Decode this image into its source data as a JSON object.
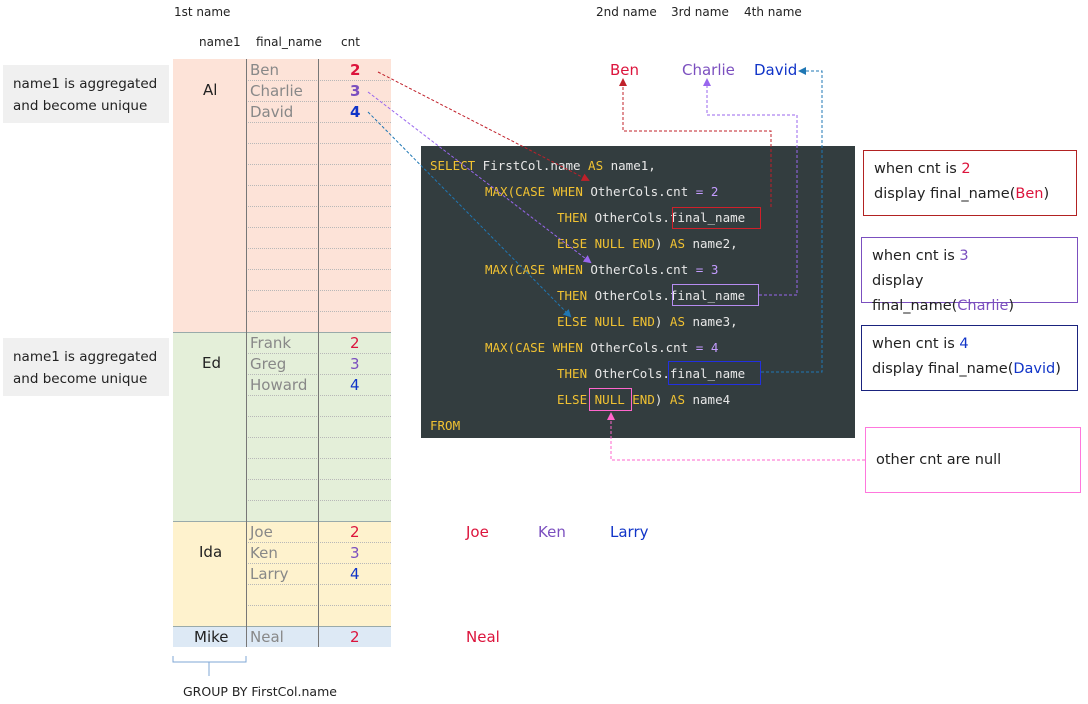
{
  "headers": {
    "first_name": "1st name",
    "second_name": "2nd name",
    "third_name": "3rd name",
    "fourth_name": "4th name",
    "col_name1": "name1",
    "col_final_name": "final_name",
    "col_cnt": "cnt"
  },
  "notes": {
    "note1": "name1 is aggregated and become unique",
    "note2": "name1 is aggregated and become unique",
    "group_by": "GROUP BY FirstCol.name"
  },
  "groups": [
    {
      "name1": "Al",
      "rows": [
        {
          "final_name": "Ben",
          "cnt": "2"
        },
        {
          "final_name": "Charlie",
          "cnt": "3"
        },
        {
          "final_name": "David",
          "cnt": "4"
        }
      ]
    },
    {
      "name1": "Ed",
      "rows": [
        {
          "final_name": "Frank",
          "cnt": "2"
        },
        {
          "final_name": "Greg",
          "cnt": "3"
        },
        {
          "final_name": "Howard",
          "cnt": "4"
        }
      ]
    },
    {
      "name1": "Ida",
      "rows": [
        {
          "final_name": "Joe",
          "cnt": "2"
        },
        {
          "final_name": "Ken",
          "cnt": "3"
        },
        {
          "final_name": "Larry",
          "cnt": "4"
        }
      ]
    },
    {
      "name1": "Mike",
      "rows": [
        {
          "final_name": "Neal",
          "cnt": "2"
        }
      ]
    }
  ],
  "results": {
    "al": [
      "Ben",
      "Charlie",
      "David"
    ],
    "ida": [
      "Joe",
      "Ken",
      "Larry"
    ],
    "mike": [
      "Neal"
    ]
  },
  "sql": {
    "l1a": "SELECT",
    "l1b": " FirstCol.name ",
    "l1c": "AS",
    "l1d": " name1,",
    "max": "MAX",
    "case": "CASE",
    "when": "WHEN",
    "othercnt": " OtherCols.cnt ",
    "eq": "=",
    "n2": "2",
    "n3": "3",
    "n4": "4",
    "then": "THEN",
    "othercols": " OtherCols.",
    "final_name": "final_name",
    "else": "ELSE",
    "null": "NULL",
    "end": "END",
    "paren_close": ")",
    "as": "AS",
    "name2": " name2,",
    "name3": " name3,",
    "name4": " name4",
    "from": "FROM"
  },
  "callouts": {
    "c2_line1a": "when cnt is ",
    "c2_num": "2",
    "c2_line2a": "display final_name(",
    "c2_name": "Ben",
    "c2_close": ")",
    "c3_line1a": "when cnt is ",
    "c3_num": "3",
    "c3_line2a": "display final_name(",
    "c3_name": "Charlie",
    "c3_close": ")",
    "c4_line1a": "when cnt is ",
    "c4_num": "4",
    "c4_line2a": "display final_name(",
    "c4_name": "David",
    "c4_close": ")",
    "null_note": "other cnt are null"
  },
  "colors": {
    "cnt2": "#dc143c",
    "cnt3": "#7b4fbf",
    "cnt4": "#1034c8",
    "group_al": "#fde3d8",
    "group_ed": "#e4efd9",
    "group_ida": "#fef2cd",
    "group_mike": "#dde9f5",
    "code_bg": "#333d3f",
    "keyword": "#f1c232",
    "null_box": "#ff66cc"
  }
}
